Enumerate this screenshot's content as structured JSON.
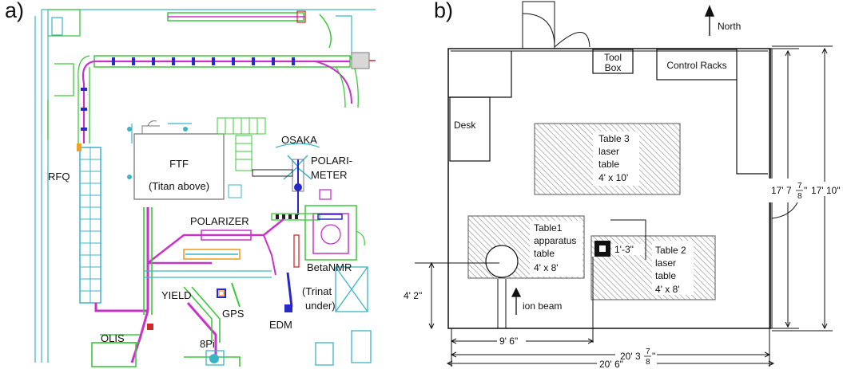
{
  "panels": {
    "a": {
      "tag": "a)",
      "labels": {
        "ftf_title": "FTF",
        "ftf_sub": "(Titan above)",
        "rfq": "RFQ",
        "osaka": "OSAKA",
        "polarimeter_1": "POLARI-",
        "polarimeter_2": "METER",
        "polarizer": "POLARIZER",
        "betanmr": "BetaNMR",
        "yield": "YIELD",
        "gps": "GPS",
        "trinat_1": "(Trinat",
        "trinat_2": "under)",
        "edm": "EDM",
        "olis": "OLIS",
        "pi8": "8Pi"
      },
      "colors": {
        "beamline_magenta": "#c832c8",
        "beamline_green": "#3cc83c",
        "cyan": "#3cb4c8",
        "blue": "#2828c8",
        "red": "#d22828",
        "orange": "#f0a028",
        "grey": "#7a7a7a"
      }
    },
    "b": {
      "tag": "b)",
      "labels": {
        "north": "North",
        "tool_1": "Tool",
        "tool_2": "Box",
        "control_racks": "Control Racks",
        "desk": "Desk",
        "t3_1": "Table 3",
        "t3_2": "laser",
        "t3_3": "table",
        "t3_4": "4' x 10'",
        "t1_1": "Table1",
        "t1_2": "apparatus",
        "t1_3": "table",
        "t1_4": "4' x 8'",
        "t2_1": "Table 2",
        "t2_2": "laser",
        "t2_3": "table",
        "t2_4": "4' x 8'",
        "dim_1_3": "1'-3\"",
        "ion_beam": "ion beam",
        "dim_4_2": "4' 2\"",
        "dim_9_6": "9' 6\"",
        "dim_20_3_whole": "20' 3",
        "dim_20_3_num": "7",
        "dim_20_3_den": "8",
        "dim_20_3_close": "\"",
        "dim_20_6": "20' 6\"",
        "dim_17_7_whole": "17' 7",
        "dim_17_7_num": "7",
        "dim_17_7_den": "8",
        "dim_17_7_close": "\"",
        "dim_17_10": "17' 10\""
      }
    }
  }
}
